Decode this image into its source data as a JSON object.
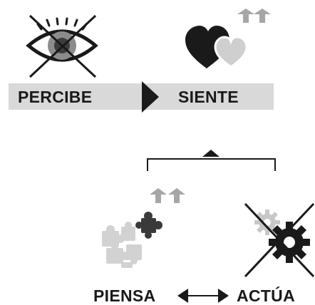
{
  "labels": {
    "perceive": "PERCIBE",
    "feel": "SIENTE",
    "think": "PIENSA",
    "act": "ACTÚA"
  },
  "icons": {
    "perceive": "eye-icon",
    "feel": "hearts-icon",
    "think": "puzzle-pieces-icon",
    "act": "gears-icon"
  },
  "colors": {
    "dark": "#1a1a1a",
    "band": "#d9d9d9",
    "mid_gray": "#bdbdbd",
    "light_gray": "#d2d2d2",
    "arrow_gray": "#a6a6a6"
  }
}
